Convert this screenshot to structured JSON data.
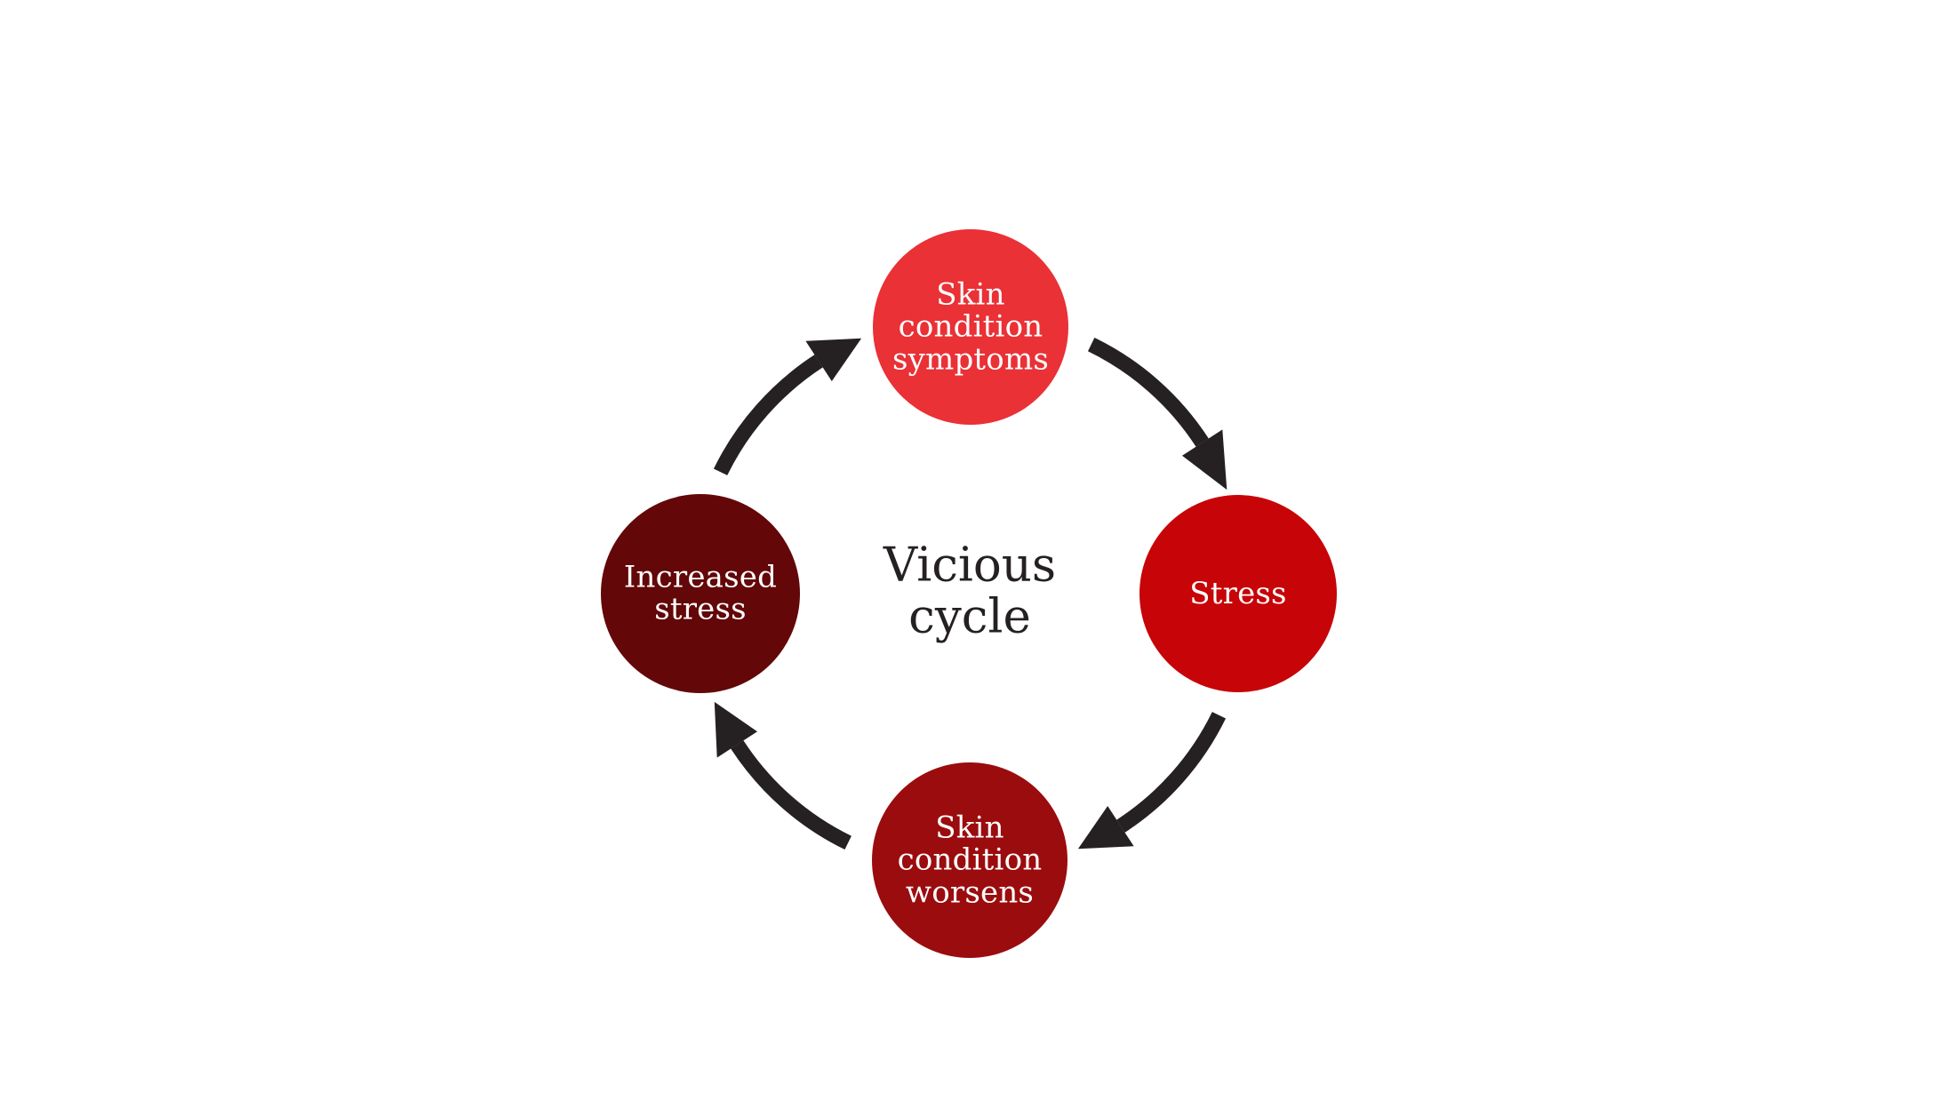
{
  "diagram": {
    "title": "Vicious\ncycle",
    "title_color": "#252122",
    "background_color": "#ffffff",
    "arrow_color": "#252122",
    "direction": "clockwise",
    "nodes": [
      {
        "id": "skin-condition-symptoms",
        "label": "Skin\ncondition\nsymptoms",
        "color": "#e93136",
        "text_color": "#ffffff",
        "position": "top"
      },
      {
        "id": "stress",
        "label": "Stress",
        "color": "#c70407",
        "text_color": "#ffffff",
        "position": "right"
      },
      {
        "id": "skin-condition-worsens",
        "label": "Skin\ncondition\nworsens",
        "color": "#9b0c0e",
        "text_color": "#ffffff",
        "position": "bottom"
      },
      {
        "id": "increased-stress",
        "label": "Increased\nstress",
        "color": "#630709",
        "text_color": "#ffffff",
        "position": "left"
      }
    ],
    "arrows": [
      {
        "from": "skin-condition-symptoms",
        "to": "stress"
      },
      {
        "from": "stress",
        "to": "skin-condition-worsens"
      },
      {
        "from": "skin-condition-worsens",
        "to": "increased-stress"
      },
      {
        "from": "increased-stress",
        "to": "skin-condition-symptoms"
      }
    ]
  }
}
